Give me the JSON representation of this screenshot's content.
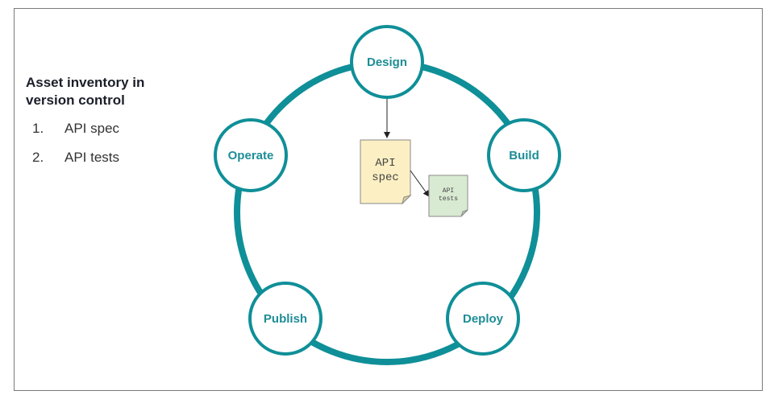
{
  "sidebar": {
    "title": "Asset inventory in version control",
    "items": [
      {
        "num": "1.",
        "label": "API spec"
      },
      {
        "num": "2.",
        "label": "API tests"
      }
    ]
  },
  "diagram": {
    "stages": [
      "Design",
      "Build",
      "Deploy",
      "Publish",
      "Operate"
    ],
    "docs": [
      {
        "line1": "API",
        "line2": "spec"
      },
      {
        "line1": "API",
        "line2": "tests"
      }
    ],
    "colors": {
      "ring": "#0f8f98",
      "stage_text": "#1d8d96",
      "spec_fill": "#fcefc3",
      "tests_fill": "#d9ead3"
    }
  }
}
